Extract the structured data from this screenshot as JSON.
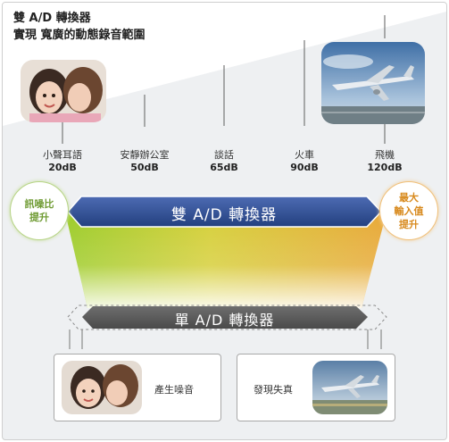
{
  "title": {
    "line1": "雙 A/D 轉換器",
    "line2": "實現 寬廣的動態錄音範圍"
  },
  "levels": [
    {
      "label": "小聲耳語",
      "db": "20dB"
    },
    {
      "label": "安靜辦公室",
      "db": "50dB"
    },
    {
      "label": "談話",
      "db": "65dB"
    },
    {
      "label": "火車",
      "db": "90dB"
    },
    {
      "label": "飛機",
      "db": "120dB"
    }
  ],
  "left_circle": {
    "line1": "訊噪比",
    "line2": "提升"
  },
  "right_circle": {
    "line1": "最大",
    "line2": "輸入值",
    "line3": "提升"
  },
  "dual_bar": {
    "label": "雙 A/D 轉換器"
  },
  "single_bar": {
    "label": "單 A/D 轉換器"
  },
  "bottom_left": {
    "label": "產生噪音"
  },
  "bottom_right": {
    "label": "發現失真"
  },
  "colors": {
    "dual_bar": "#2f4f95",
    "single_bar": "#5b5b5b",
    "gradient_left": "#9ccc2a",
    "gradient_right": "#e8a838"
  }
}
